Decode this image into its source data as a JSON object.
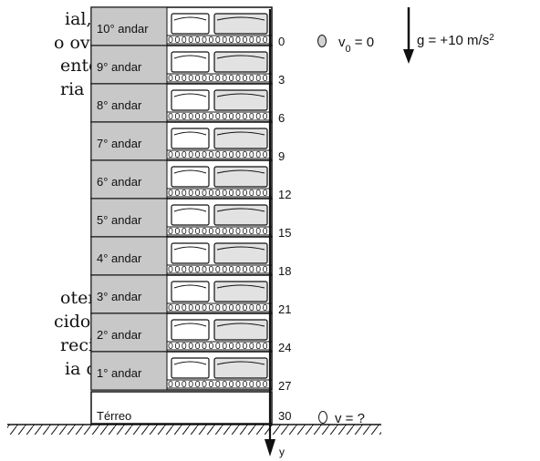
{
  "text_fragments": {
    "line1": "ial, a",
    "line2": "o ovo.",
    "line3": "ente a",
    "line4": "ria da",
    "line5": "oter o",
    "line6": "cido o",
    "line7": "reciso",
    "line8": "ia da"
  },
  "floors": [
    {
      "label": "10° andar",
      "mark": "0"
    },
    {
      "label": "9° andar",
      "mark": "3"
    },
    {
      "label": "8° andar",
      "mark": "6"
    },
    {
      "label": "7° andar",
      "mark": "9"
    },
    {
      "label": "6° andar",
      "mark": "12"
    },
    {
      "label": "5° andar",
      "mark": "15"
    },
    {
      "label": "4° andar",
      "mark": "18"
    },
    {
      "label": "3° andar",
      "mark": "21"
    },
    {
      "label": "2° andar",
      "mark": "24"
    },
    {
      "label": "1° andar",
      "mark": "27"
    }
  ],
  "ground": {
    "label": "Térreo",
    "mark": "30"
  },
  "axis_label": "y",
  "initial_velocity": {
    "symbol": "v",
    "subscript": "0",
    "rest": " = 0"
  },
  "final_velocity": "v = ?",
  "gravity": {
    "text": "g = +10 m/s",
    "sup": "2"
  },
  "colors": {
    "wall": "#c8c8c8",
    "window": "#e2e2e2",
    "ink": "#111111",
    "background": "#ffffff"
  }
}
